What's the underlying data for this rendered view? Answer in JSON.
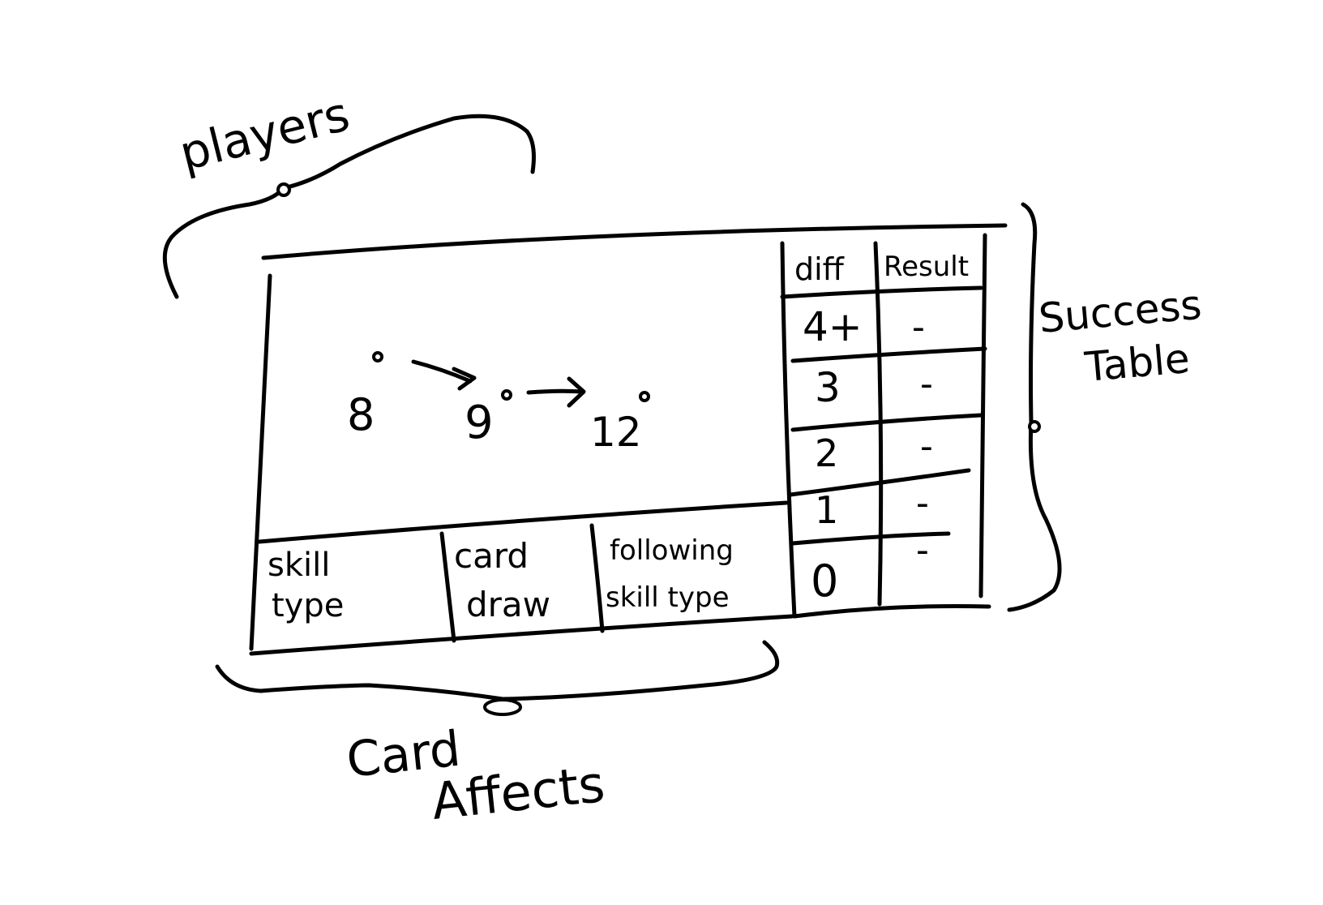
{
  "labels": {
    "players": "players",
    "success_table": [
      "Success",
      "Table"
    ],
    "card_affects": [
      "Card",
      "Affects"
    ]
  },
  "player_numbers": [
    "8",
    "9",
    "12"
  ],
  "success_table": {
    "headers": [
      "diff",
      "Result"
    ],
    "rows": [
      {
        "diff": "4+",
        "result": "-"
      },
      {
        "diff": "3",
        "result": "-"
      },
      {
        "diff": "2",
        "result": "-"
      },
      {
        "diff": "1",
        "result": "-"
      },
      {
        "diff": "0",
        "result": "-"
      }
    ]
  },
  "card_cells": [
    [
      "skill",
      "type"
    ],
    [
      "card",
      "draw"
    ],
    [
      "following",
      "skill type"
    ]
  ]
}
